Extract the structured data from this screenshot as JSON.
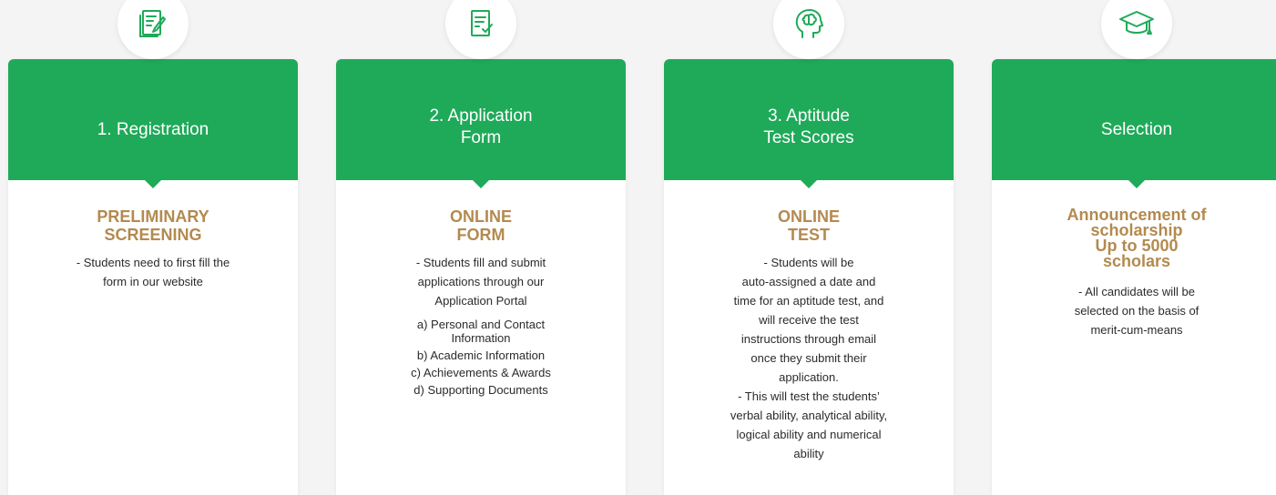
{
  "colors": {
    "accent": "#1faa59",
    "gold": "#b38a4f",
    "text": "#2b2b2b"
  },
  "steps": [
    {
      "icon": "form-edit-icon",
      "title": "1. Registration",
      "subtitle_line1": "PRELIMINARY",
      "subtitle_line2": "SCREENING",
      "desc_line1": "- Students need to first fill the",
      "desc_line2": "form in our website"
    },
    {
      "icon": "document-check-icon",
      "title_line1": "2. Application",
      "title_line2": "Form",
      "subtitle_line1": "ONLINE",
      "subtitle_line2": "FORM",
      "desc_line1": "- Students fill and submit",
      "desc_line2": "applications through our",
      "desc_line3": "Application Portal",
      "items": [
        "a) Personal and Contact Information",
        "b) Academic Information",
        "c) Achievements & Awards",
        "d) Supporting Documents"
      ]
    },
    {
      "icon": "brain-head-icon",
      "title_line1": "3. Aptitude",
      "title_line2": "Test Scores",
      "subtitle_line1": "ONLINE",
      "subtitle_line2": "TEST",
      "desc_lines": [
        "- Students will be",
        "auto-assigned a date and",
        "time for an aptitude test, and",
        "will receive the test",
        "instructions through email",
        "once they submit their",
        "application.",
        "- This will test the students’",
        "verbal ability, analytical ability,",
        "logical ability and numerical",
        "ability"
      ]
    },
    {
      "icon": "graduation-cap-icon",
      "title": "Selection",
      "subtitle_lines": [
        "Announcement of",
        "scholarship",
        "Up to 5000",
        "scholars"
      ],
      "desc_line1": "- All candidates will be",
      "desc_line2": "selected on the basis of",
      "desc_line3": "merit-cum-means"
    }
  ]
}
